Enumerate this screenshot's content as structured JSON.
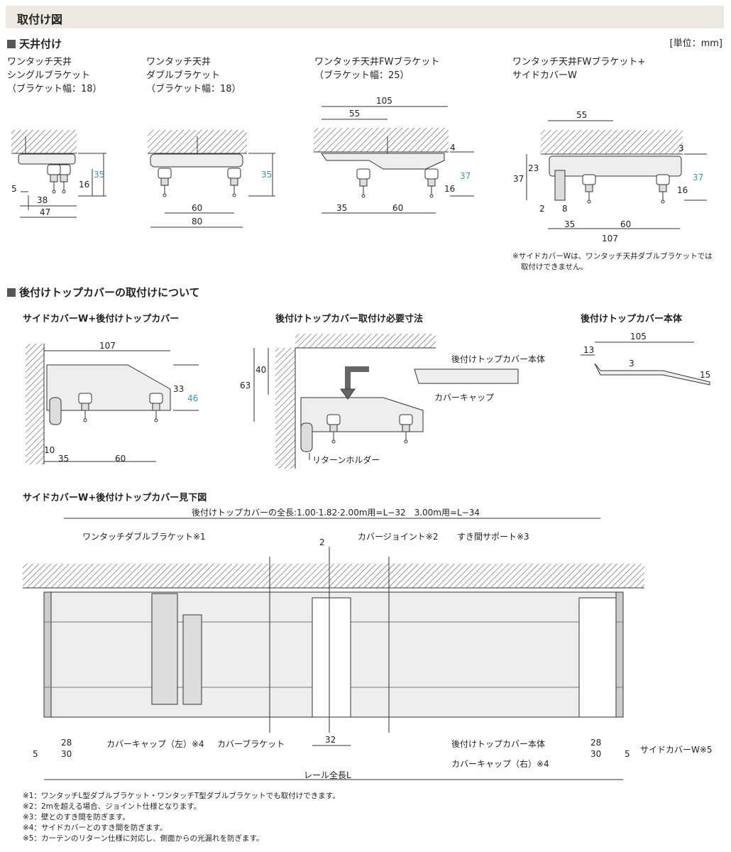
{
  "header": {
    "title": "取付け図"
  },
  "section1": {
    "title": "天井付け",
    "unit": "[単位：mm]",
    "items": [
      {
        "l1": "ワンタッチ天井",
        "l2": "シングルブラケット",
        "l3": "（ブラケット幅：18）"
      },
      {
        "l1": "ワンタッチ天井",
        "l2": "ダブルブラケット",
        "l3": "（ブラケット幅：18）"
      },
      {
        "l1": "ワンタッチ天井FWブラケット",
        "l2": "（ブラケット幅：25）",
        "l3": ""
      },
      {
        "l1": "ワンタッチ天井FWブラケット+",
        "l2": "サイドカバーW",
        "l3": ""
      }
    ],
    "note1": "※サイドカバーWは、ワンタッチ天井ダブルブラケットでは",
    "note2": "取付けできません。"
  },
  "section2": {
    "title": "後付けトップカバーの取付けについて",
    "sub1": "サイドカバーW+後付けトップカバー",
    "sub2": "後付けトップカバー取付け必要寸法",
    "sub3": "後付けトップカバー本体",
    "labels": {
      "body": "後付けトップカバー本体",
      "cap": "カバーキャップ",
      "holder": "リターンホルダー"
    }
  },
  "section3": {
    "title": "サイドカバーW+後付けトップカバー見下図",
    "total": "後付けトップカバーの全長:1.00·1.82·2.00m用=L−32　3.00m用=L−34",
    "labels": {
      "bracket": "ワンタッチダブルブラケット※1",
      "joint": "カバージョイント※2",
      "support": "すき間サポート※3",
      "capL": "カバーキャップ（左）※4",
      "coverBracket": "カバーブラケット",
      "body": "後付けトップカバー本体",
      "capR": "カバーキャップ（右）※4",
      "sideW": "サイドカバーW※5",
      "rail": "レール全長L"
    }
  },
  "dims": {
    "d1": [
      "5",
      "38",
      "47",
      "16",
      "35"
    ],
    "d2": [
      "60",
      "80",
      "35"
    ],
    "d3": [
      "105",
      "55",
      "4",
      "37",
      "16",
      "35",
      "60"
    ],
    "d4": [
      "55",
      "3",
      "37",
      "23",
      "37",
      "16",
      "2",
      "8",
      "35",
      "60",
      "107"
    ],
    "d5": [
      "107",
      "33",
      "46",
      "10",
      "35",
      "60"
    ],
    "d6": [
      "40",
      "63"
    ],
    "d7": [
      "105",
      "13",
      "3",
      "15"
    ],
    "d8": [
      "2",
      "28",
      "30",
      "5",
      "32",
      "28",
      "30",
      "5"
    ]
  },
  "footnotes": [
    "※1：ワンタッチL型ダブルブラケット・ワンタッチT型ダブルブラケットでも取付けできます。",
    "※2：2mを超える場合、ジョイント仕様となります。",
    "※3：壁とのすき間を防ぎます。",
    "※4：サイドカバーとのすき間を防ぎます。",
    "※5：カーテンのリターン仕様に対応し、側面からの光漏れを防ぎます。"
  ]
}
